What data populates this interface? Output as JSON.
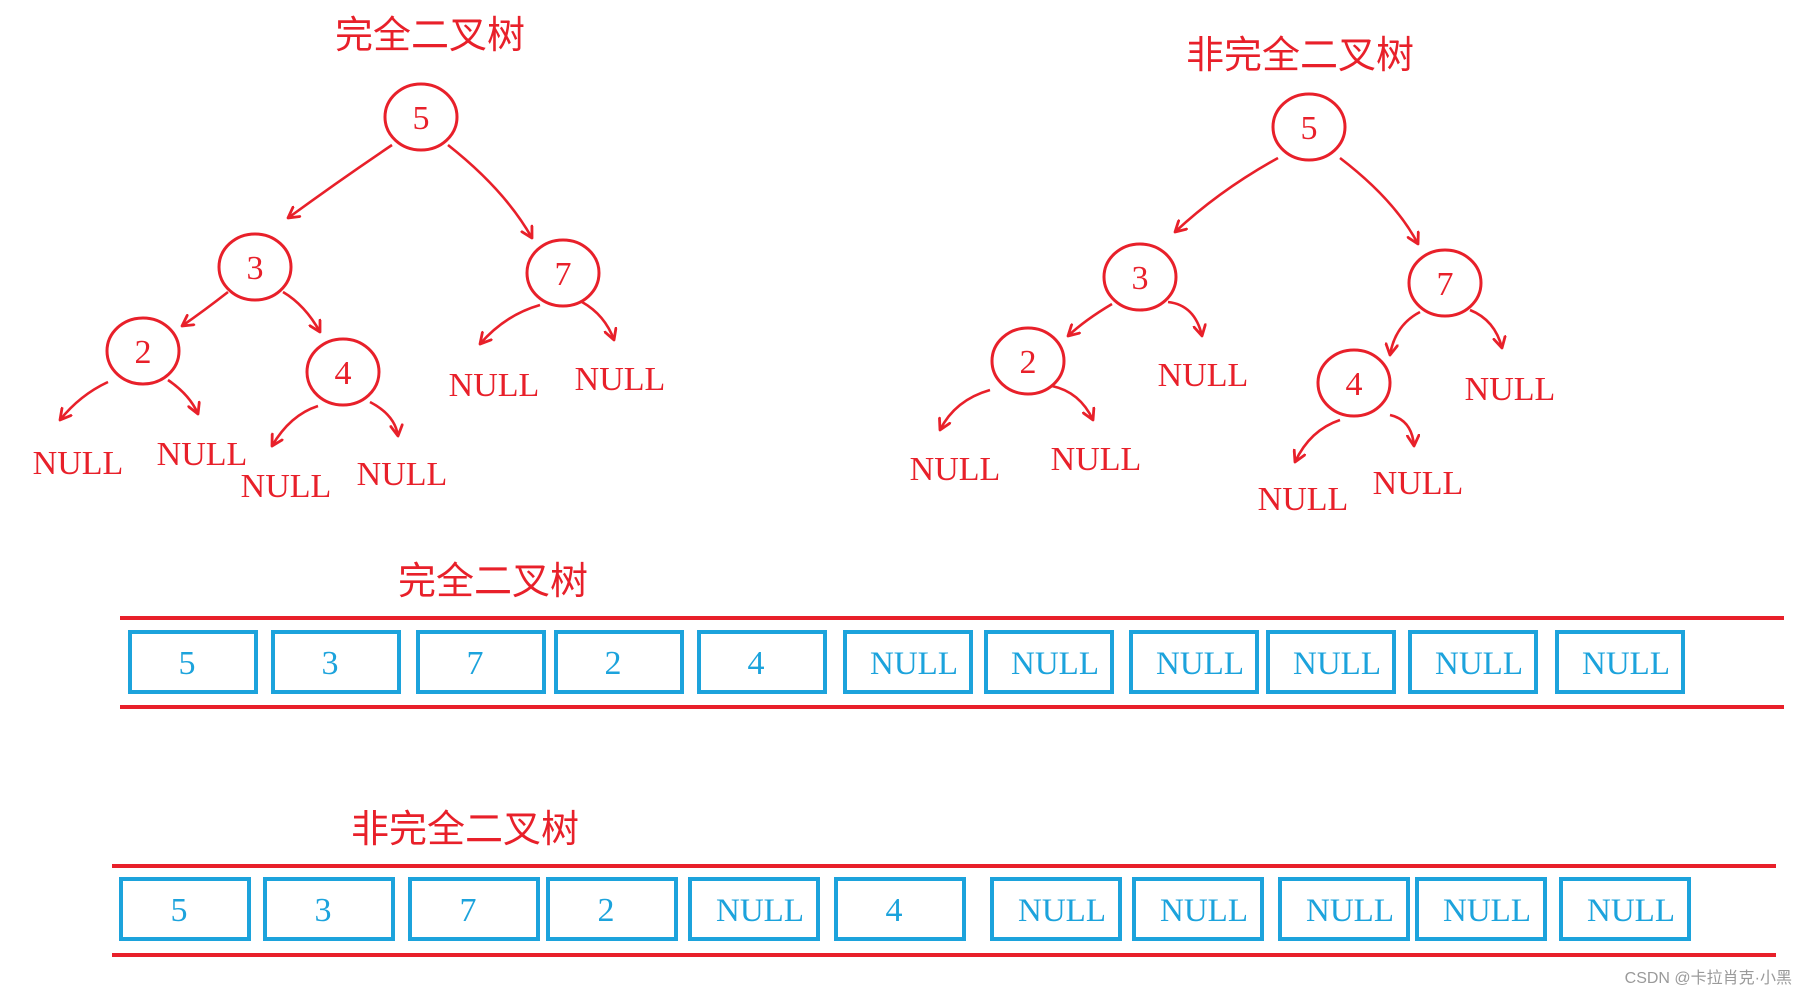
{
  "colors": {
    "tree": "#e8202a",
    "cell": "#1ca3dc",
    "rail": "#e8202a"
  },
  "trees": [
    {
      "title": "完全二叉树",
      "nodes": [
        "5",
        "3",
        "7",
        "2",
        "4"
      ],
      "null_label": "NULL"
    },
    {
      "title": "非完全二叉树",
      "nodes": [
        "5",
        "3",
        "7",
        "2",
        "4"
      ],
      "null_label": "NULL"
    }
  ],
  "arrays": [
    {
      "title": "完全二叉树",
      "cells": [
        "5",
        "3",
        "7",
        "2",
        "4",
        "NULL",
        "NULL",
        "NULL",
        "NULL",
        "NULL",
        "NULL"
      ]
    },
    {
      "title": "非完全二叉树",
      "cells": [
        "5",
        "3",
        "7",
        "2",
        "NULL",
        "4",
        "NULL",
        "NULL",
        "NULL",
        "NULL",
        "NULL"
      ]
    }
  ],
  "watermark": "CSDN @卡拉肖克·小黑"
}
